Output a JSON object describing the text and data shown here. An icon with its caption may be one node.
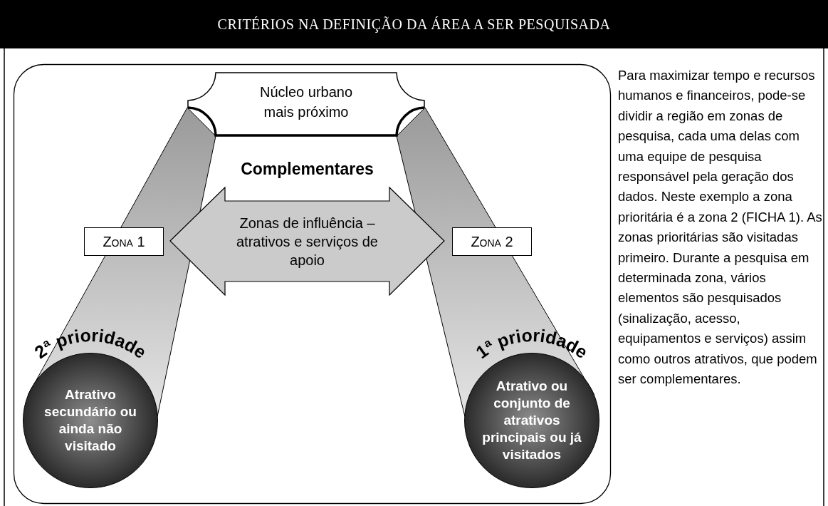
{
  "diagram": {
    "title": "CRITÉRIOS NA DEFINIÇÃO DA ÁREA A SER PESQUISADA",
    "nodes": [
      {
        "text": [
          "Núcleo urbano mais próximo"
        ]
      },
      {
        "text": [
          "Zona 1"
        ]
      },
      {
        "text": [
          "Zona 2"
        ]
      },
      {
        "text": [
          "Complementares",
          "Zonas de influência – atrativos e serviços de apoio"
        ]
      },
      {
        "text": [
          "Atrativo secundário ou ainda não visitado"
        ],
        "beside": [
          "2ª prioridade"
        ]
      },
      {
        "text": [
          "Atrativo ou conjunto de atrativos principais ou já visitados"
        ],
        "beside": [
          "1ª prioridade"
        ]
      }
    ],
    "edges": [
      {
        "from": 0,
        "to": 4,
        "arrow": "none"
      },
      {
        "from": 0,
        "to": 5,
        "arrow": "none"
      }
    ],
    "labels": [
      "Para maximizar tempo e recursos humanos e financeiros, pode-se dividir a região em zonas de pesquisa, cada uma delas com uma equipe de pesquisa responsável pela geração dos dados. Neste exemplo a zona prioritária é a zona 2 (FICHA 1). As zonas prioritárias são visitadas primeiro. Durante a pesquisa em determinada zona, vários elementos são pesquisados (sinalização, acesso, equipamentos e serviços) assim como outros atrativos, que podem ser complementares."
    ]
  }
}
